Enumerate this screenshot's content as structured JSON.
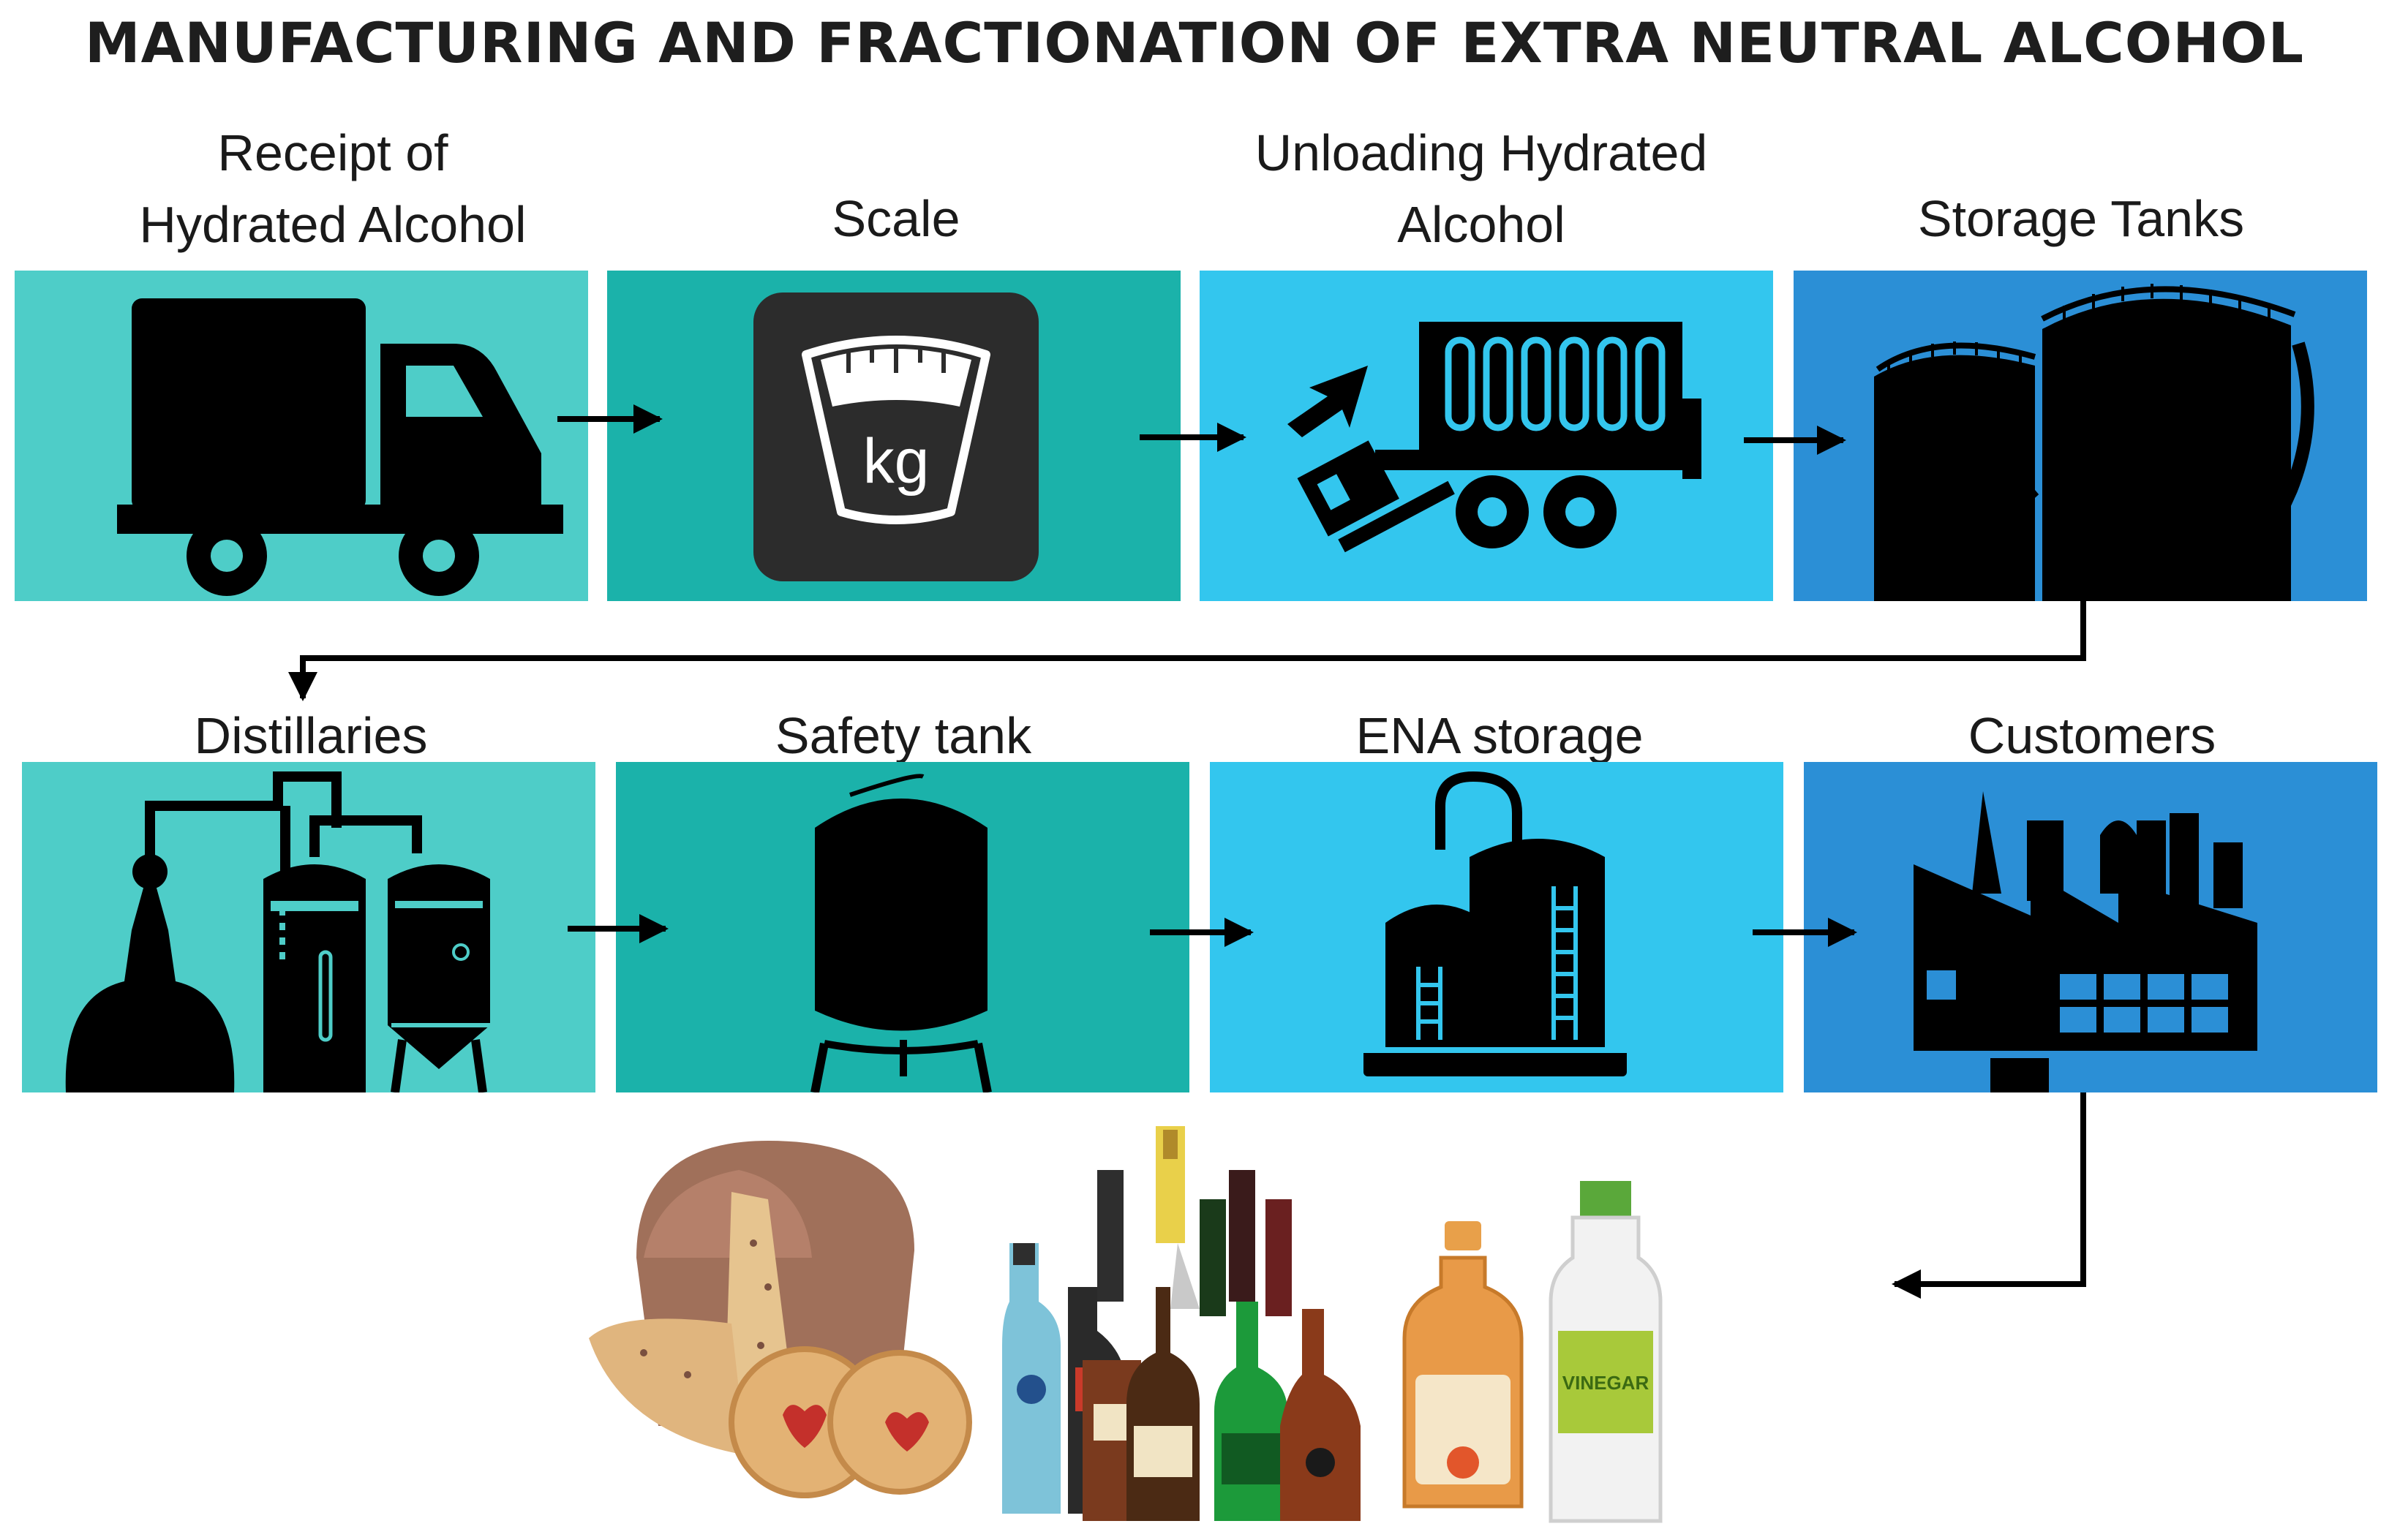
{
  "title": "MANUFACTURING AND FRACTIONATION OF EXTRA NEUTRAL ALCOHOL",
  "colors": {
    "teal_light": "#4ECDC8",
    "teal": "#1BB2AA",
    "sky": "#33C6EE",
    "blue": "#2B8FD6",
    "black": "#000000"
  },
  "steps": [
    {
      "label": "Receipt of\nHydrated Alcohol",
      "icon": "truck-icon"
    },
    {
      "label": "Scale",
      "icon": "scale-icon",
      "unit": "kg"
    },
    {
      "label": "Unloading Hydrated\nAlcohol",
      "icon": "unloading-truck-icon"
    },
    {
      "label": "Storage Tanks",
      "icon": "storage-tanks-icon"
    },
    {
      "label": "Distillaries",
      "icon": "distillery-icon"
    },
    {
      "label": "Safety tank",
      "icon": "safety-tank-icon"
    },
    {
      "label": "ENA storage",
      "icon": "ena-storage-icon"
    },
    {
      "label": "Customers",
      "icon": "factory-icon"
    }
  ],
  "products": {
    "icons": [
      "panettone-icon",
      "cookies-icon",
      "liquor-bottles-icon",
      "cider-vinegar-bottle-icon",
      "vinegar-bottle-icon"
    ],
    "vinegar_label": "VINEGAR"
  }
}
